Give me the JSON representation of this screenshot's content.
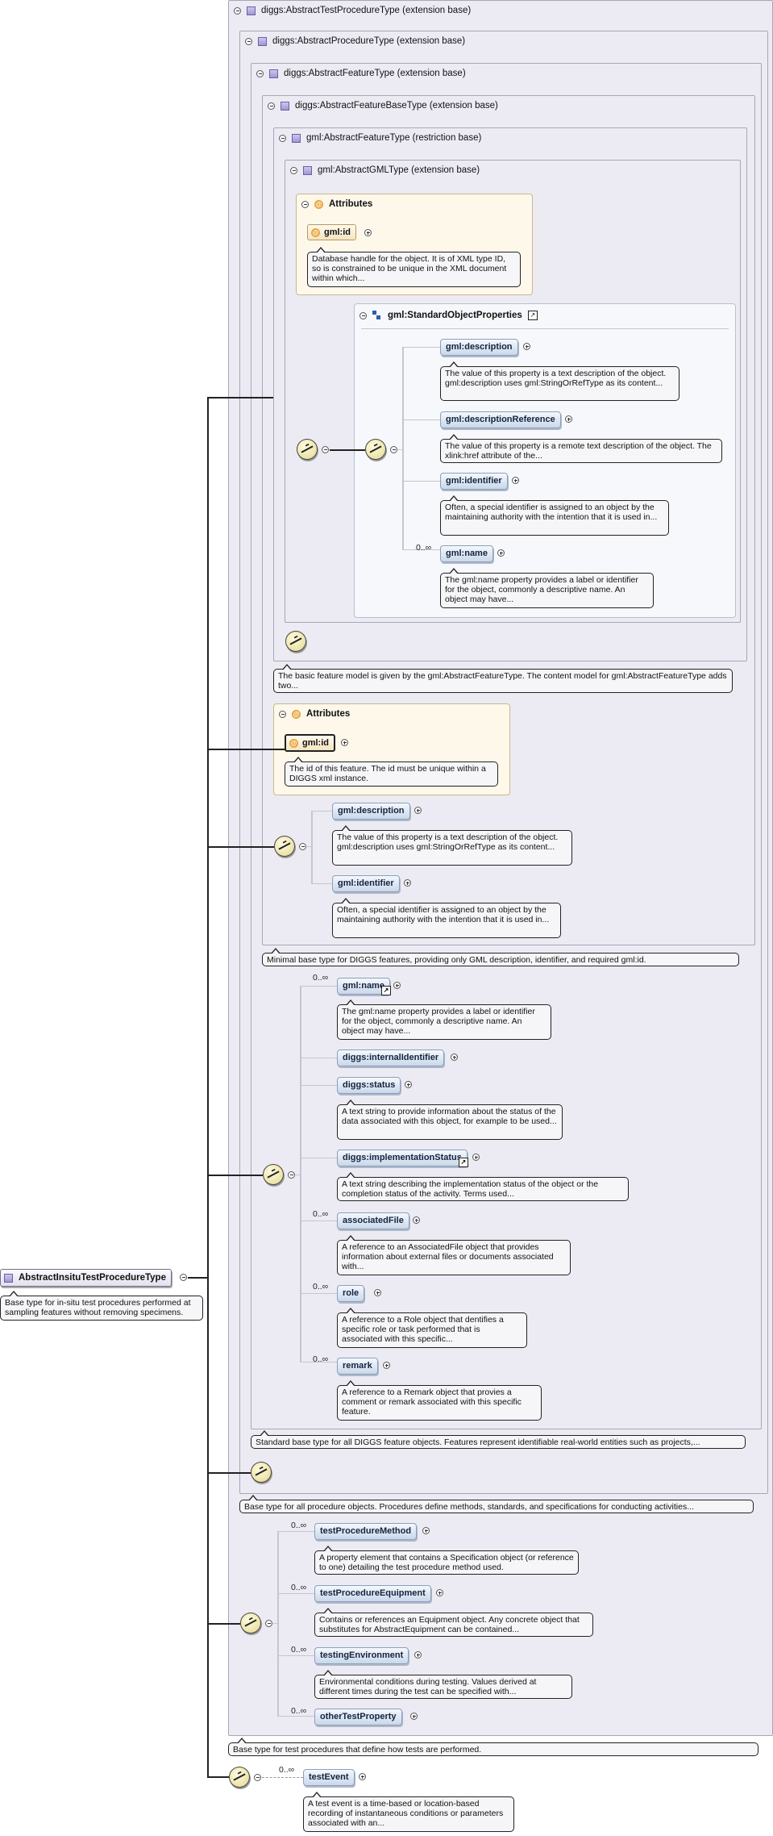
{
  "root": {
    "name": "AbstractInsituTestProcedureType",
    "doc": "Base type for in-situ test procedures performed at sampling features without removing specimens."
  },
  "ext_headers": {
    "l1": "diggs:AbstractTestProcedureType (extension base)",
    "l2": "diggs:AbstractProcedureType (extension base)",
    "l3": "diggs:AbstractFeatureType (extension base)",
    "l4": "diggs:AbstractFeatureBaseType (extension base)",
    "l5": "gml:AbstractFeatureType (restriction base)",
    "l6": "gml:AbstractGMLType (extension base)"
  },
  "gml_gml": {
    "attributes_title": "Attributes",
    "id_label": "gml:id",
    "id_doc": "Database handle for the object. It is of XML type ID, so is constrained to be unique in the XML document within which...",
    "group_title": "gml:StandardObjectProperties",
    "elements": [
      {
        "name": "gml:description",
        "doc": "The value of this property is a text description of the object. gml:description uses gml:StringOrRefType as its content..."
      },
      {
        "name": "gml:descriptionReference",
        "doc": "The value of this property is a remote text description of the object. The xlink:href attribute of the..."
      },
      {
        "name": "gml:identifier",
        "doc": "Often, a special identifier is assigned to an object by the maintaining authority with the intention that it is used in..."
      },
      {
        "name": "gml:name",
        "occ": "0..∞",
        "doc": "The gml:name property provides a label or identifier for the object, commonly a descriptive name. An object may have..."
      }
    ]
  },
  "gml_feature_doc": "The basic feature model is given by the gml:AbstractFeatureType. The content model for gml:AbstractFeatureType adds two...",
  "base": {
    "attributes_title": "Attributes",
    "id_label": "gml:id",
    "id_doc": "The id of this feature. The id must be unique within a DIGGS xml instance.",
    "elements": [
      {
        "name": "gml:description",
        "doc": "The value of this property is a text description of the object. gml:description uses gml:StringOrRefType as its content..."
      },
      {
        "name": "gml:identifier",
        "doc": "Often, a special identifier is assigned to an object by the maintaining authority with the intention that it is used in..."
      }
    ],
    "doc": "Minimal base type for DIGGS features, providing only GML description, identifier, and required gml:id."
  },
  "feature": {
    "elements": [
      {
        "name": "gml:name",
        "occ": "0..∞",
        "doc": "The gml:name property provides a label or identifier for the object, commonly a descriptive name. An object may have..."
      },
      {
        "name": "diggs:internalIdentifier",
        "occ": "",
        "doc": ""
      },
      {
        "name": "diggs:status",
        "occ": "",
        "doc": "A text string to provide information about the status of the data associated with this object, for example to be used..."
      },
      {
        "name": "diggs:implementationStatus",
        "occ": "",
        "doc": "A text string describing the implementation status of the object or the completion status of the activity. Terms used..."
      },
      {
        "name": "associatedFile",
        "occ": "0..∞",
        "doc": "A reference to an AssociatedFile object that provides information about external files or documents associated with..."
      },
      {
        "name": "role",
        "occ": "0..∞",
        "doc": "A reference to a Role object that dentifies a specific role or task performed that is associated with this specific..."
      },
      {
        "name": "remark",
        "occ": "0..∞",
        "doc": "A reference to a Remark object that provies a comment or remark associated with this specific feature."
      }
    ],
    "doc": "Standard base type for all DIGGS feature objects. Features represent identifiable real-world entities such as projects,..."
  },
  "procedure_doc": "Base type for all procedure objects. Procedures define methods, standards, and specifications for conducting activities...",
  "test": {
    "elements": [
      {
        "name": "testProcedureMethod",
        "occ": "0..∞",
        "doc": "A property element that contains a Specification object (or reference to one) detailing the test procedure method used."
      },
      {
        "name": "testProcedureEquipment",
        "occ": "0..∞",
        "doc": "Contains or references an Equipment object. Any concrete object that substitutes for AbstractEquipment can be contained..."
      },
      {
        "name": "testingEnvironment",
        "occ": "0..∞",
        "doc": "Environmental conditions during testing. Values derived at different times during the test can be specified with..."
      },
      {
        "name": "otherTestProperty",
        "occ": "0..∞",
        "doc": ""
      }
    ],
    "doc": "Base type for test procedures that define how tests are performed."
  },
  "insitu": {
    "elements": [
      {
        "name": "testEvent",
        "occ": "0..∞",
        "doc": "A test event is a time-based or location-based recording of instantaneous conditions or parameters associated with an..."
      }
    ]
  }
}
